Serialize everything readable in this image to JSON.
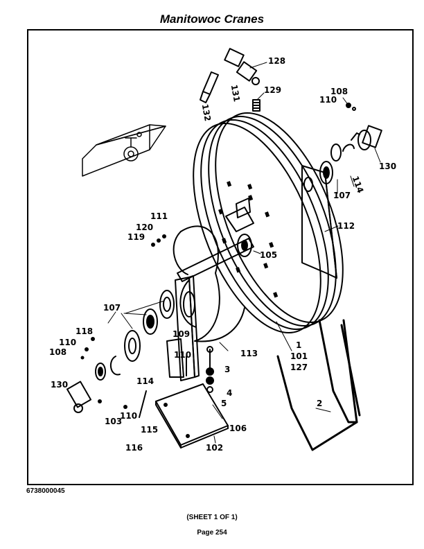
{
  "header": {
    "title": "Manitowoc Cranes"
  },
  "diagram": {
    "callouts": [
      {
        "id": "c128",
        "text": "128"
      },
      {
        "id": "c131",
        "text": "131"
      },
      {
        "id": "c129",
        "text": "129"
      },
      {
        "id": "c132",
        "text": "132"
      },
      {
        "id": "c108a",
        "text": "108"
      },
      {
        "id": "c110a",
        "text": "110"
      },
      {
        "id": "c130a",
        "text": "130"
      },
      {
        "id": "c114a",
        "text": "114"
      },
      {
        "id": "c107a",
        "text": "107"
      },
      {
        "id": "c112",
        "text": "112"
      },
      {
        "id": "c111",
        "text": "111"
      },
      {
        "id": "c120",
        "text": "120"
      },
      {
        "id": "c119",
        "text": "119"
      },
      {
        "id": "c105",
        "text": "105"
      },
      {
        "id": "c107b",
        "text": "107"
      },
      {
        "id": "c118",
        "text": "118"
      },
      {
        "id": "c110b",
        "text": "110"
      },
      {
        "id": "c108b",
        "text": "108"
      },
      {
        "id": "c109",
        "text": "109"
      },
      {
        "id": "c110c",
        "text": "110"
      },
      {
        "id": "c113",
        "text": "113"
      },
      {
        "id": "c1",
        "text": "1"
      },
      {
        "id": "c101",
        "text": "101"
      },
      {
        "id": "c127",
        "text": "127"
      },
      {
        "id": "c3",
        "text": "3"
      },
      {
        "id": "c4",
        "text": "4"
      },
      {
        "id": "c5",
        "text": "5"
      },
      {
        "id": "c130b",
        "text": "130"
      },
      {
        "id": "c114b",
        "text": "114"
      },
      {
        "id": "c103",
        "text": "103"
      },
      {
        "id": "c110d",
        "text": "110"
      },
      {
        "id": "c115",
        "text": "115"
      },
      {
        "id": "c106",
        "text": "106"
      },
      {
        "id": "c116",
        "text": "116"
      },
      {
        "id": "c102",
        "text": "102"
      },
      {
        "id": "c2",
        "text": "2"
      }
    ]
  },
  "footer": {
    "drawing_number": "6738000045",
    "sheet": "(SHEET 1 OF 1)",
    "page": "Page 254"
  }
}
